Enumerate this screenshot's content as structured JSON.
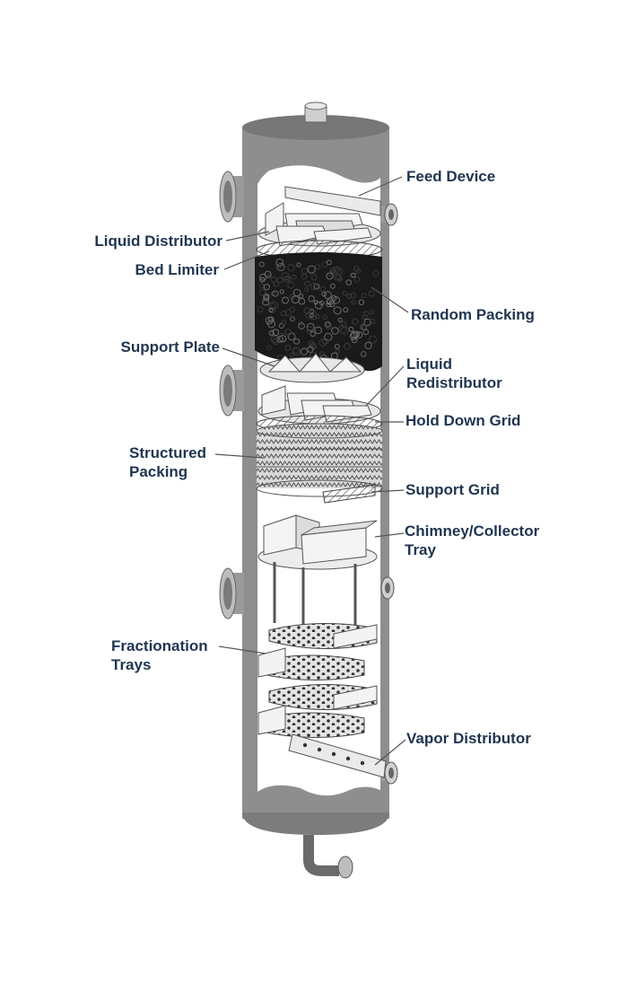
{
  "colors": {
    "shell": "#8e8e8e",
    "shell_dark": "#6f6f6f",
    "interior": "#ffffff",
    "part_fill": "#f1f1f1",
    "part_stroke": "#444444",
    "packing": "#161616",
    "label_text": "#1f3550",
    "leader_line": "#555555"
  },
  "labels": {
    "feed_device": "Feed Device",
    "liquid_distributor": "Liquid Distributor",
    "bed_limiter": "Bed Limiter",
    "random_packing": "Random Packing",
    "support_plate": "Support Plate",
    "liquid_redistributor": [
      "Liquid",
      "Redistributor"
    ],
    "hold_down_grid": "Hold Down Grid",
    "structured_packing": [
      "Structured",
      "Packing"
    ],
    "support_grid": "Support Grid",
    "chimney_collector_tray": [
      "Chimney/Collector",
      "Tray"
    ],
    "fractionation_trays": [
      "Fractionation",
      "Trays"
    ],
    "vapor_distributor": "Vapor Distributor"
  }
}
